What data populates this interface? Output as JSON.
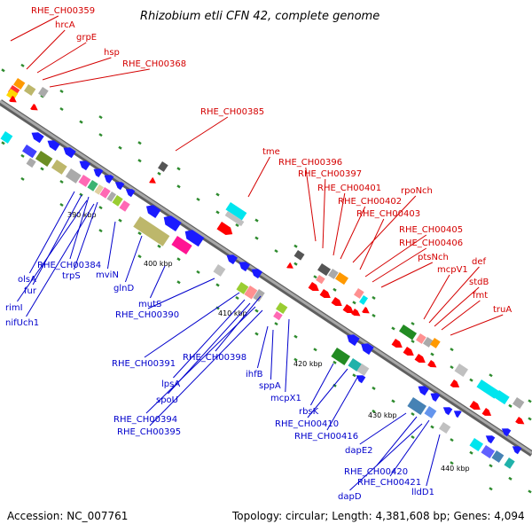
{
  "title": "Rhizobium etli CFN 42, complete genome",
  "footer": {
    "accession": "Accession: NC_007761",
    "summary": "Topology: circular; Length: 4,381,608 bp; Genes: 4,094"
  },
  "colors": {
    "backbone": "#7f7f7f",
    "top_strand_label": "#d40000",
    "bottom_strand_label": "#0000cc",
    "dots": "#2e8b2e"
  },
  "scale_labels": [
    {
      "text": "390 kbp"
    },
    {
      "text": "400 kbp"
    },
    {
      "text": "410 kbp"
    },
    {
      "text": "420 kbp"
    },
    {
      "text": "430 kbp"
    },
    {
      "text": "440 kbp"
    }
  ],
  "top_labels": [
    "RHE_CH00359",
    "hrcA",
    "grpE",
    "hsp",
    "RHE_CH00368",
    "RHE_CH00385",
    "tme",
    "RHE_CH00396",
    "RHE_CH00397",
    "RHE_CH00401",
    "RHE_CH00402",
    "rpoNch",
    "RHE_CH00403",
    "RHE_CH00405",
    "RHE_CH00406",
    "ptsNch",
    "mcpV1",
    "def",
    "stdB",
    "fmt",
    "truA"
  ],
  "bottom_labels": [
    "RHE_CH00384",
    "olsA",
    "fur",
    "trpS",
    "mviN",
    "rimI",
    "nifUch1",
    "glnD",
    "mutS",
    "RHE_CH00390",
    "RHE_CH00391",
    "RHE_CH00398",
    "lpsA",
    "ihfB",
    "sppA",
    "spoU",
    "mcpX1",
    "RHE_CH00394",
    "RHE_CH00395",
    "rbsK",
    "RHE_CH00410",
    "RHE_CH00416",
    "dapE2",
    "RHE_CH00420",
    "RHE_CH00421",
    "dapD",
    "lldD1"
  ]
}
